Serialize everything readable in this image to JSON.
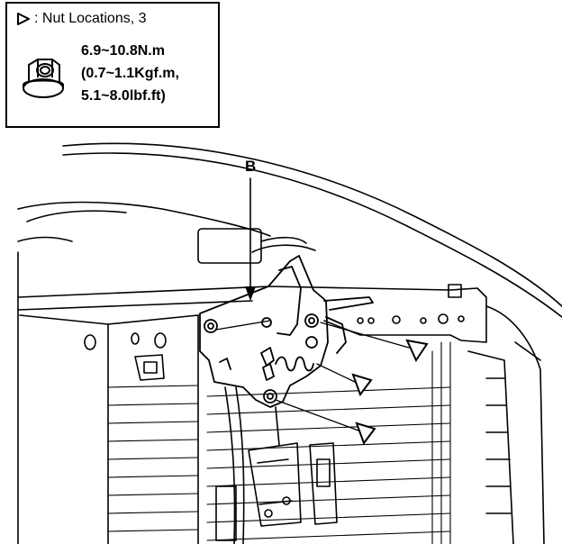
{
  "legend": {
    "symbol_label": ": Nut Locations, 3",
    "torque_lines": [
      "6.9~10.8N.m",
      "(0.7~1.1Kgf.m,",
      "5.1~8.0lbf.ft)"
    ]
  },
  "callouts": {
    "part_label": "B"
  },
  "icons": {
    "nut_marker": "triangle-outline-icon",
    "nut": "flange-nut-icon"
  },
  "colors": {
    "ink": "#000000",
    "paper": "#ffffff"
  }
}
